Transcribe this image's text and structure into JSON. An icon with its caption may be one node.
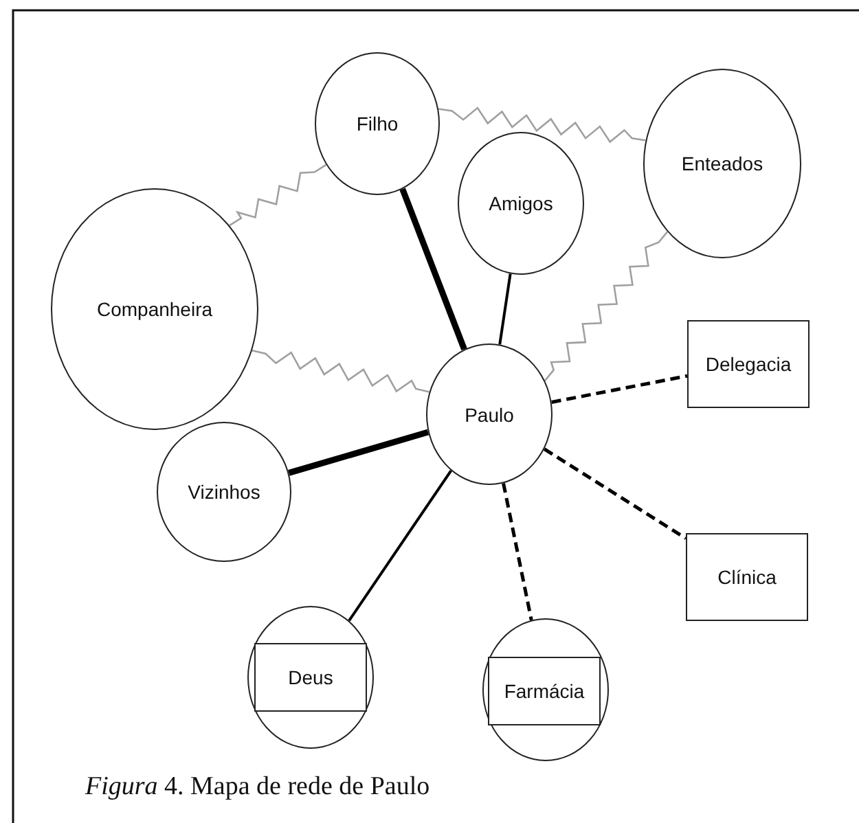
{
  "diagram": {
    "caption": "*Figura* 4. Mapa de rede de Paulo",
    "nodes": [
      {
        "text": [
          "Filho"
        ]
      },
      {
        "text": [
          "Enteados"
        ]
      },
      {
        "text": [
          "Amigos"
        ]
      },
      {
        "text": [
          "Companheira"
        ]
      },
      {
        "text": [
          "Delegacia"
        ]
      },
      {
        "text": [
          "Paulo"
        ]
      },
      {
        "text": [
          "Vizinhos"
        ]
      },
      {
        "text": [
          "Clínica"
        ]
      },
      {
        "text": [],
        "shape": "circle"
      },
      {
        "text": [
          "Deus"
        ],
        "in": 8
      },
      {
        "text": [],
        "shape": "circle"
      },
      {
        "text": [
          "Farmácia"
        ],
        "in": 10
      }
    ],
    "edges": [
      {
        "from": 0,
        "to": 5,
        "arrow": "none",
        "style": "thick"
      },
      {
        "from": 2,
        "to": 5,
        "arrow": "none"
      },
      {
        "from": 6,
        "to": 5,
        "arrow": "none",
        "style": "thick"
      },
      {
        "from": 8,
        "to": 5,
        "arrow": "none"
      },
      {
        "from": 5,
        "to": 4,
        "arrow": "none",
        "style": "dashed"
      },
      {
        "from": 5,
        "to": 7,
        "arrow": "none",
        "style": "dashed"
      },
      {
        "from": 5,
        "to": 10,
        "arrow": "none",
        "style": "dashed"
      },
      {
        "from": 0,
        "to": 3,
        "arrow": "none",
        "color": "#a0a0a0"
      },
      {
        "from": 0,
        "to": 1,
        "arrow": "none",
        "color": "#a0a0a0"
      },
      {
        "from": 3,
        "to": 5,
        "arrow": "none",
        "color": "#a0a0a0"
      },
      {
        "from": 1,
        "to": 5,
        "arrow": "none",
        "color": "#a0a0a0"
      }
    ]
  }
}
